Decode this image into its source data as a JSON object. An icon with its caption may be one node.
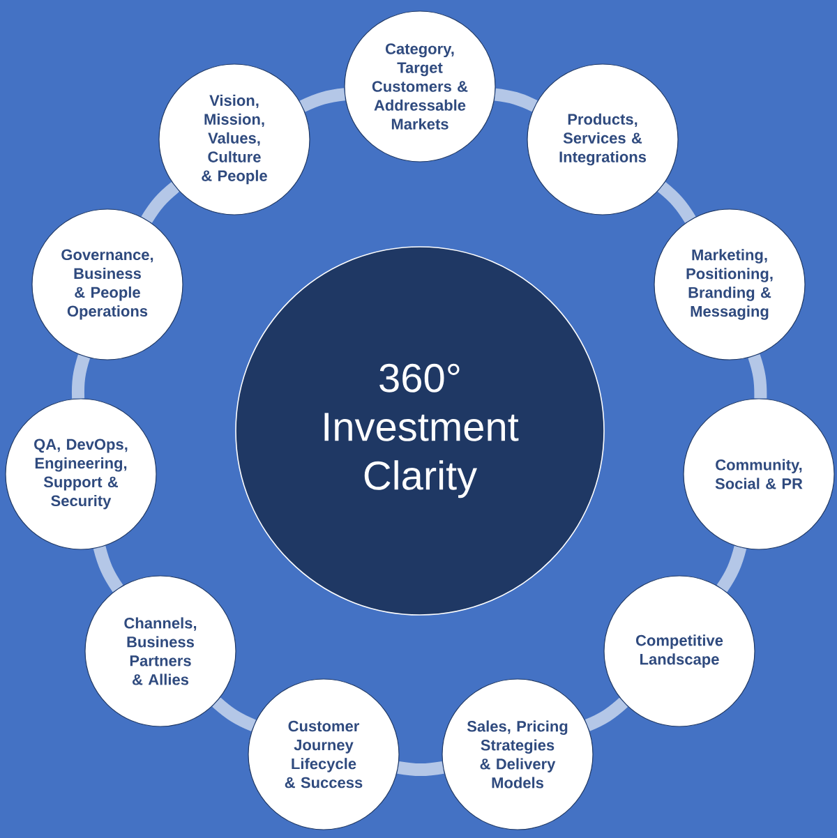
{
  "diagram": {
    "nodes": [
      {
        "text": [
          "360° Investment Clarity"
        ]
      },
      {
        "text": [
          "Category, Target Customers & Addressable Markets"
        ]
      },
      {
        "text": [
          "Products, Services & Integrations"
        ]
      },
      {
        "text": [
          "Marketing, Positioning, Branding & Messaging"
        ]
      },
      {
        "text": [
          "Community, Social & PR"
        ]
      },
      {
        "text": [
          "Competitive Landscape"
        ]
      },
      {
        "text": [
          "Sales, Pricing Strategies & Delivery Models"
        ]
      },
      {
        "text": [
          "Customer Journey Lifecycle & Success"
        ]
      },
      {
        "text": [
          "Channels, Business Partners & Allies"
        ]
      },
      {
        "text": [
          "QA, DevOps, Engineering, Support & Security"
        ]
      },
      {
        "text": [
          "Governance, Business & People Operations"
        ]
      },
      {
        "text": [
          "Vision, Mission, Values, Culture & People"
        ]
      }
    ],
    "edges": [
      {
        "from": 1,
        "to": 2,
        "arrow": "none"
      },
      {
        "from": 2,
        "to": 3,
        "arrow": "none"
      },
      {
        "from": 3,
        "to": 4,
        "arrow": "none"
      },
      {
        "from": 4,
        "to": 5,
        "arrow": "none"
      },
      {
        "from": 5,
        "to": 6,
        "arrow": "none"
      },
      {
        "from": 6,
        "to": 7,
        "arrow": "none"
      },
      {
        "from": 7,
        "to": 8,
        "arrow": "none"
      },
      {
        "from": 8,
        "to": 9,
        "arrow": "none"
      },
      {
        "from": 9,
        "to": 10,
        "arrow": "none"
      },
      {
        "from": 10,
        "to": 11,
        "arrow": "none"
      },
      {
        "from": 11,
        "to": 1,
        "arrow": "none"
      }
    ]
  }
}
